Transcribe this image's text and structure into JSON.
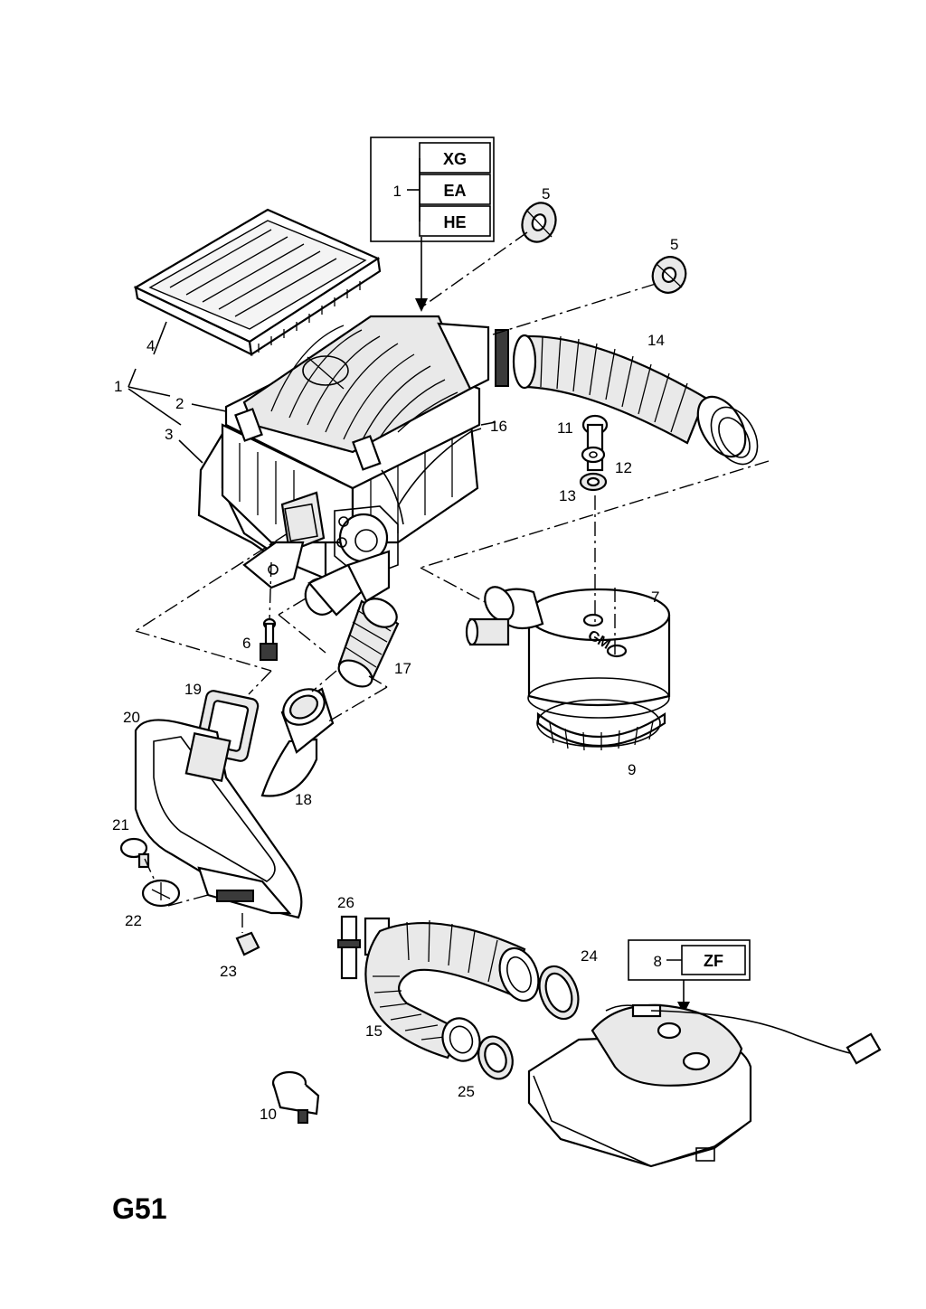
{
  "sheet_code": "G51",
  "variant_box_1": {
    "ref": "1",
    "codes": [
      "XG",
      "EA",
      "HE"
    ]
  },
  "variant_box_8": {
    "ref": "8",
    "codes": [
      "ZF"
    ]
  },
  "logo_text": "GM",
  "callouts": {
    "p1a": "1",
    "p1b": "1",
    "p2": "2",
    "p3": "3",
    "p4": "4",
    "p5a": "5",
    "p5b": "5",
    "p6": "6",
    "p7": "7",
    "p9": "9",
    "p10": "10",
    "p11": "11",
    "p12": "12",
    "p13": "13",
    "p14": "14",
    "p15": "15",
    "p16": "16",
    "p17": "17",
    "p18": "18",
    "p19": "19",
    "p20": "20",
    "p21": "21",
    "p22": "22",
    "p23": "23",
    "p24": "24",
    "p25": "25",
    "p26": "26"
  }
}
